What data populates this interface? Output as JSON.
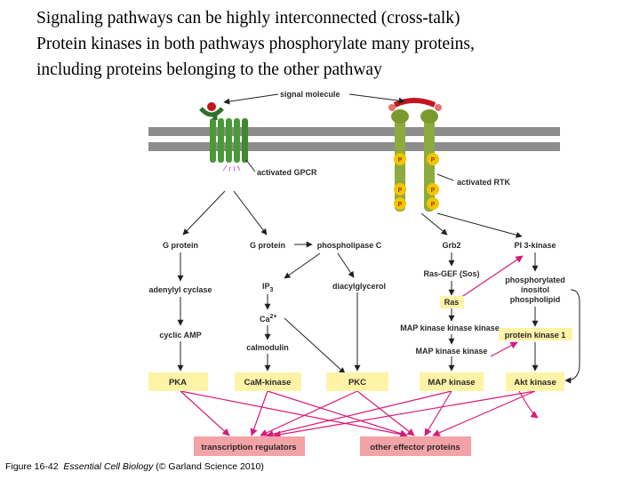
{
  "title": {
    "line1": "Signaling pathways can be highly interconnected (cross-talk)",
    "line2": "Protein kinases in both pathways phosphorylate many proteins,",
    "line3": "including proteins belonging to the other pathway"
  },
  "caption": {
    "figure": "Figure 16-42",
    "book": "Essential Cell Biology",
    "credit": "(© Garland Science 2010)"
  },
  "diagram": {
    "signal_molecule": "signal molecule",
    "activated_gpcr": "activated GPCR",
    "activated_rtk": "activated RTK",
    "phospho": "P",
    "g_protein": "G protein",
    "phospholipase_c": "phospholipase C",
    "grb2": "Grb2",
    "pi3_kinase": "PI 3-kinase",
    "adenylyl_cyclase": "adenylyl cyclase",
    "ip3_base": "IP",
    "ip3_sub": "3",
    "diacylglycerol": "diacylglycerol",
    "ras_gef": "Ras-GEF (Sos)",
    "phospho_inositol_1": "phosphorylated",
    "phospho_inositol_2": "inositol",
    "phospho_inositol_3": "phospholipid",
    "ras": "Ras",
    "ca_base": "Ca",
    "ca_sup": "2+",
    "cyclic_amp": "cyclic AMP",
    "mapkkk": "MAP kinase kinase kinase",
    "protein_kinase_1": "protein kinase 1",
    "calmodulin": "calmodulin",
    "mapkk": "MAP kinase kinase",
    "pka": "PKA",
    "camkinase": "CaM-kinase",
    "pkc": "PKC",
    "map_kinase": "MAP kinase",
    "akt_kinase": "Akt kinase",
    "transcription_regulators": "transcription regulators",
    "other_effector_proteins": "other effector proteins"
  },
  "colors": {
    "membrane": "#8c8c8c",
    "receptor": "#4a9a3a",
    "receptor_dark": "#2f6f28",
    "rtk": "#8cab3c",
    "phospho": "#f5c400",
    "signal": "#c0171e",
    "kinase_box": "#fff3a8",
    "effector_box": "#f2a3a6",
    "pink_arrow": "#d81b7a",
    "highlight": "#fff3a8"
  }
}
